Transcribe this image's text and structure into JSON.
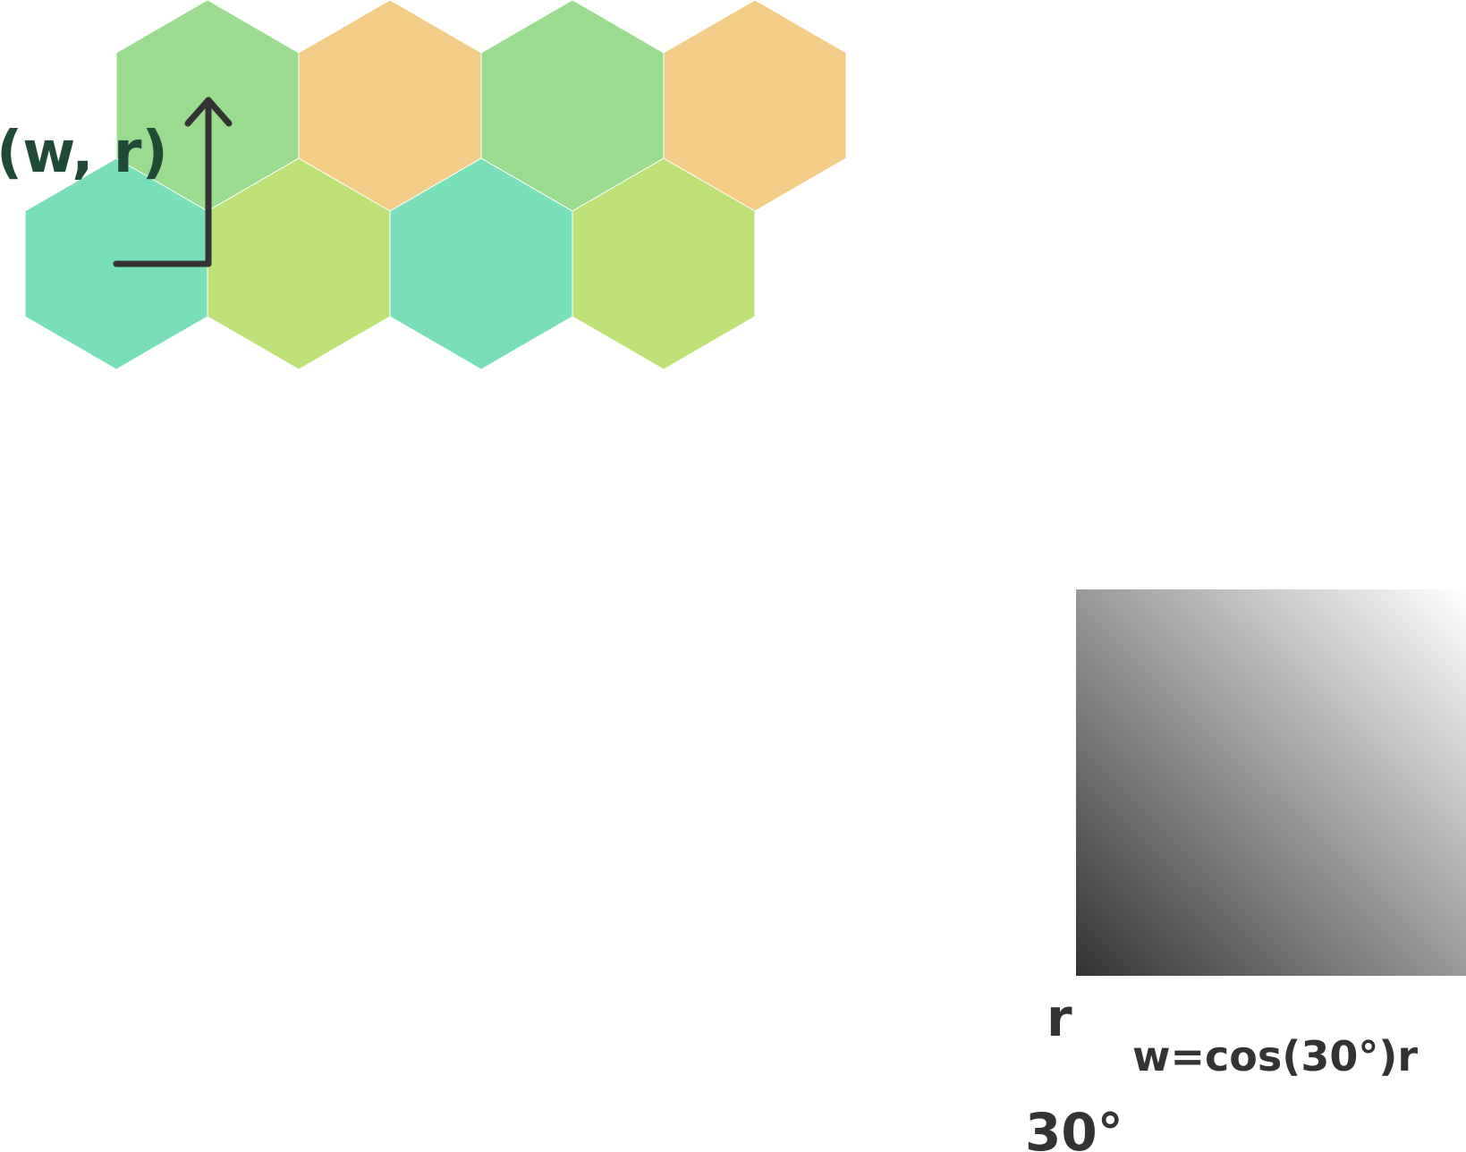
{
  "colors": {
    "hex_light_green": "#9bdb8f",
    "hex_orange": "#f3cc88",
    "hex_teal": "#79dfb8",
    "hex_lime": "#bde077",
    "hex_edge": "#ffffff",
    "arrow": "#333333",
    "coord_label": "#1f4a36",
    "text": "#333333",
    "gradient_dark": "#333333",
    "gradient_light": "#ffffff"
  },
  "hex_grid": {
    "top_row": [
      "light-green",
      "orange",
      "light-green",
      "orange"
    ],
    "bottom_row": [
      "teal",
      "lime",
      "teal",
      "lime"
    ]
  },
  "labels": {
    "coord": "(w, r)",
    "r": "r",
    "formula": "w=cos(30°)r",
    "angle": "30°"
  }
}
